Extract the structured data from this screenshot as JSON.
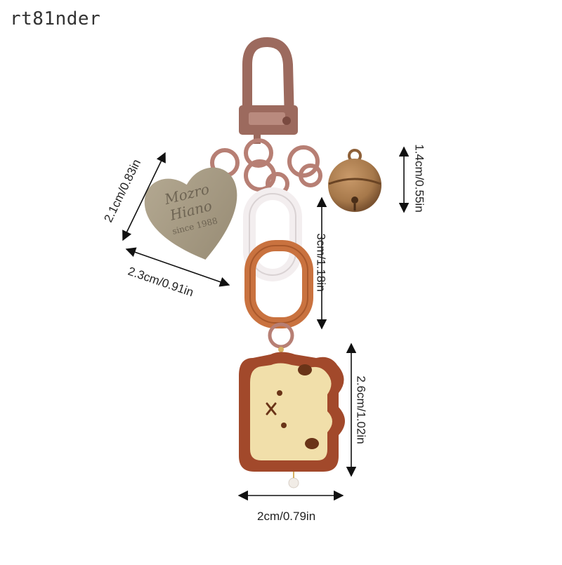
{
  "watermark": "rt81nder",
  "heart_tag": {
    "line1": "Mozro",
    "line2": "Hiano",
    "line3": "since 1988"
  },
  "dimensions": {
    "heart_height": "2.1cm/0.83in",
    "heart_width": "2.3cm/0.91in",
    "bell_height": "1.4cm/0.55in",
    "chain_length": "3cm/1.18in",
    "bear_height": "2.6cm/1.02in",
    "bear_width": "2cm/0.79in"
  },
  "colors": {
    "clasp": "#9c6a5e",
    "heart": "#a79b85",
    "bell": "#a6784a",
    "chain_white": "#f3eeef",
    "chain_orange": "#c9723f",
    "bear_border": "#a2492b",
    "bear_face": "#f1dfaa",
    "bear_features": "#6a3418"
  }
}
